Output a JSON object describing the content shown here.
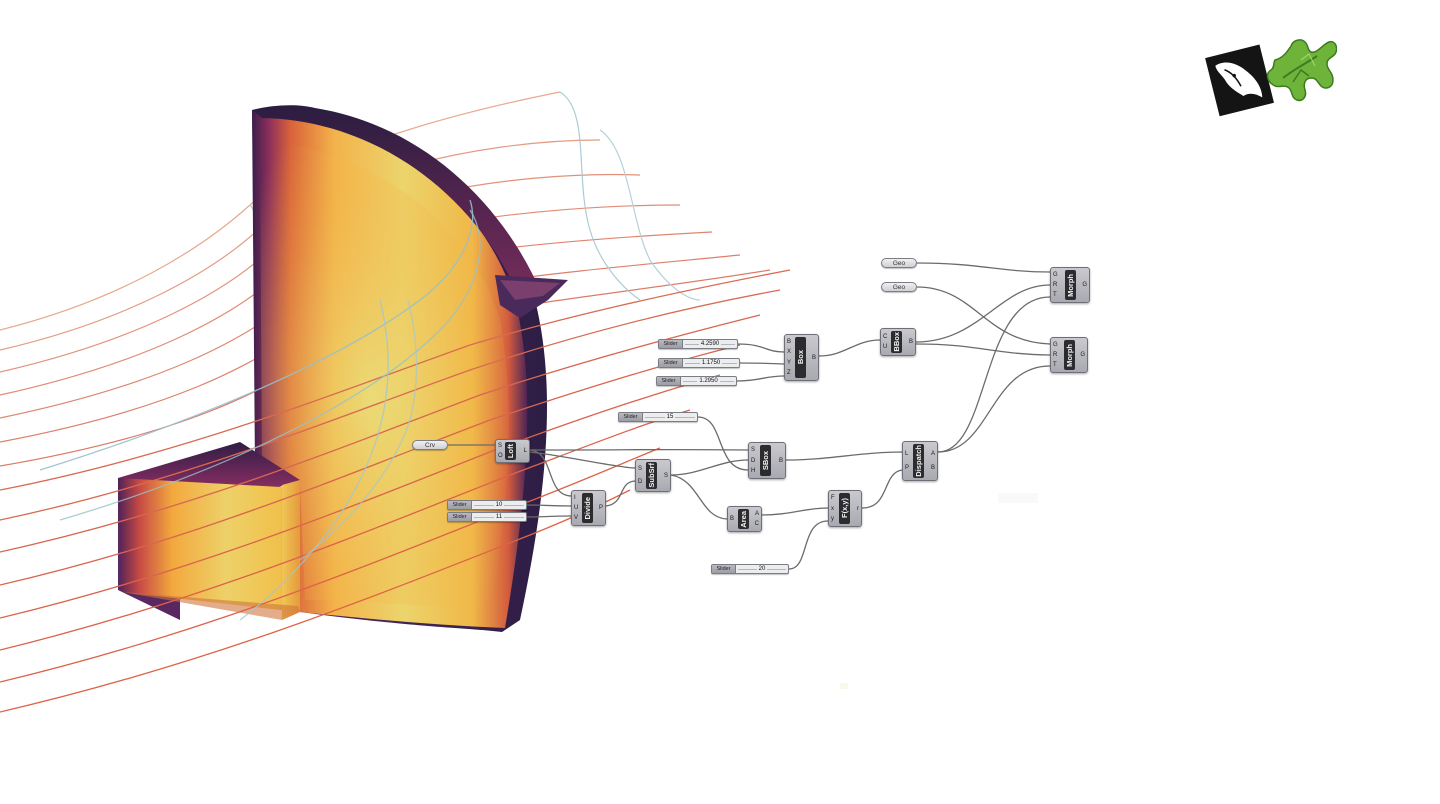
{
  "colors": {
    "wire": "#6b6b6b",
    "ramp": [
      "#2a1a3e",
      "#5a2460",
      "#9a2e5a",
      "#d6553a",
      "#ee8f2a",
      "#f2c24a",
      "#e8dd7a"
    ],
    "streamline_warm": "#e07a5f",
    "streamline_cool": "#7fb3c0",
    "logo_green": "#6fb43a"
  },
  "params": {
    "crv": "Crv",
    "geo1": "Geo",
    "geo2": "Geo"
  },
  "sliders": {
    "box_x": {
      "label": "Slider",
      "value": "4.2590"
    },
    "box_y": {
      "label": "Slider",
      "value": "1.1750"
    },
    "box_z": {
      "label": "Slider",
      "value": "1.2950"
    },
    "sbox_count": {
      "label": "Slider",
      "value": "15"
    },
    "divide_u": {
      "label": "Slider",
      "value": "10"
    },
    "divide_v": {
      "label": "Slider",
      "value": "11"
    },
    "fxy_y": {
      "label": "Slider",
      "value": "20"
    }
  },
  "components": {
    "loft": {
      "title": "Loft",
      "inputs": [
        "S",
        "O"
      ],
      "outputs": [
        "L"
      ]
    },
    "divide": {
      "title": "Divide",
      "inputs": [
        "I",
        "U",
        "V"
      ],
      "outputs": [
        "P"
      ]
    },
    "subsrf": {
      "title": "SubSrf",
      "inputs": [
        "S",
        "D"
      ],
      "outputs": [
        "S"
      ]
    },
    "box": {
      "title": "Box",
      "inputs": [
        "B",
        "X",
        "Y",
        "Z"
      ],
      "outputs": [
        "B"
      ]
    },
    "bbox": {
      "title": "BBox",
      "inputs": [
        "C",
        "U"
      ],
      "outputs": [
        "B"
      ]
    },
    "sbox": {
      "title": "SBox",
      "inputs": [
        "S",
        "D",
        "H"
      ],
      "outputs": [
        "B"
      ]
    },
    "area": {
      "title": "Area",
      "inputs": [
        "B"
      ],
      "outputs": [
        "A",
        "C"
      ]
    },
    "fxy": {
      "title": "F(x,y)",
      "inputs": [
        "F",
        "x",
        "y"
      ],
      "outputs": [
        "r"
      ]
    },
    "dispatch": {
      "title": "Dispatch",
      "inputs": [
        "L",
        "P"
      ],
      "outputs": [
        "A",
        "B"
      ]
    },
    "morph1": {
      "title": "Morph",
      "inputs": [
        "G",
        "R",
        "T"
      ],
      "outputs": [
        "G"
      ]
    },
    "morph2": {
      "title": "Morph",
      "inputs": [
        "G",
        "R",
        "T"
      ],
      "outputs": [
        "G"
      ]
    }
  }
}
